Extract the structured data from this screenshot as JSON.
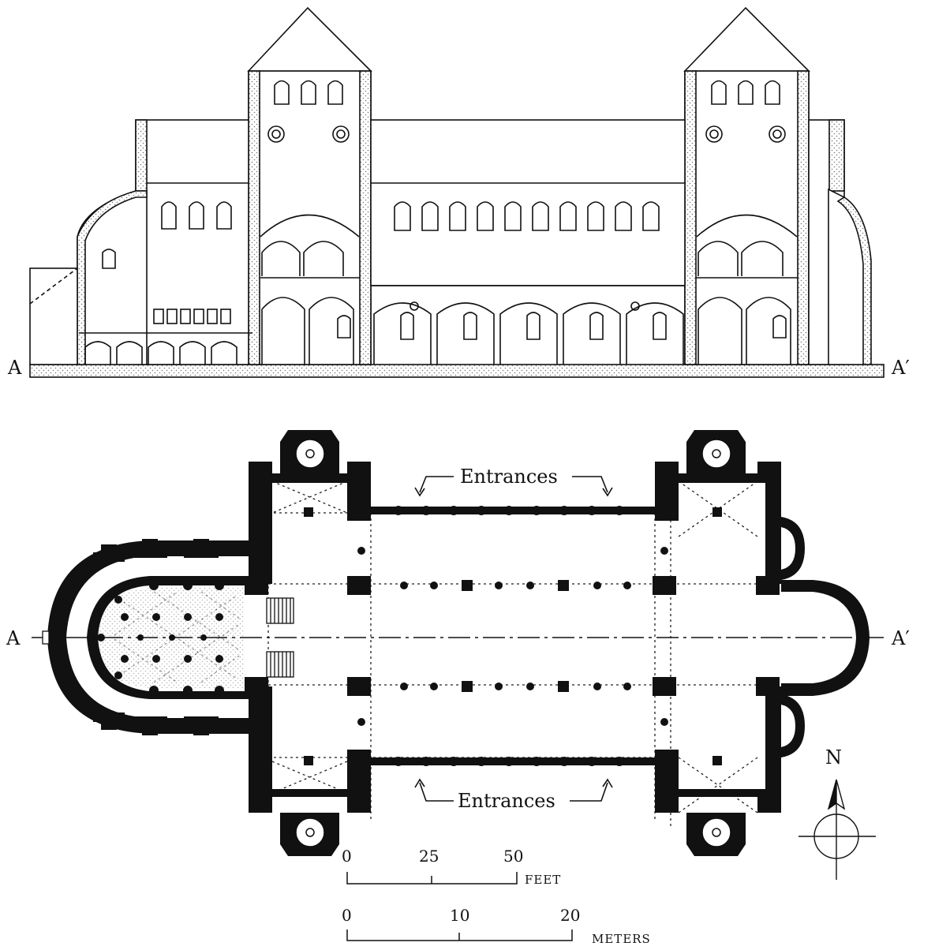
{
  "section": {
    "left_label": "A",
    "right_label": "A′"
  },
  "plan": {
    "left_label": "A",
    "right_label": "A′",
    "entrances_north": "Entrances",
    "entrances_south": "Entrances"
  },
  "compass": {
    "north_label": "N"
  },
  "scale_feet": {
    "ticks": [
      "0",
      "25",
      "50"
    ],
    "unit": "FEET"
  },
  "scale_meters": {
    "ticks": [
      "0",
      "10",
      "20"
    ],
    "unit": "METERS"
  }
}
